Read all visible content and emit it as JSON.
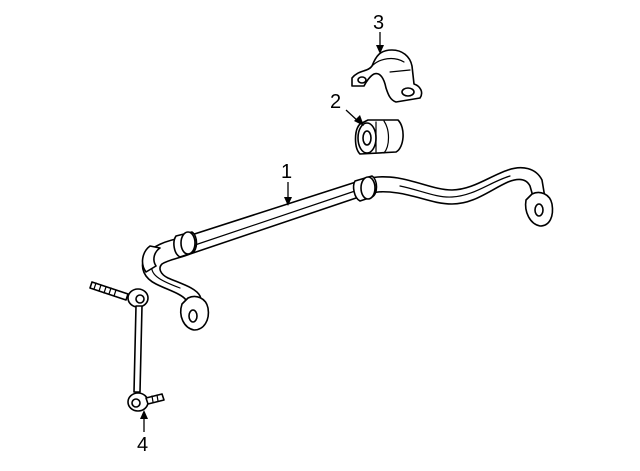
{
  "callouts": {
    "stabilizer_bar": "1",
    "bushing": "2",
    "bracket": "3",
    "link": "4"
  },
  "colors": {
    "line": "#000000",
    "background": "#ffffff"
  }
}
